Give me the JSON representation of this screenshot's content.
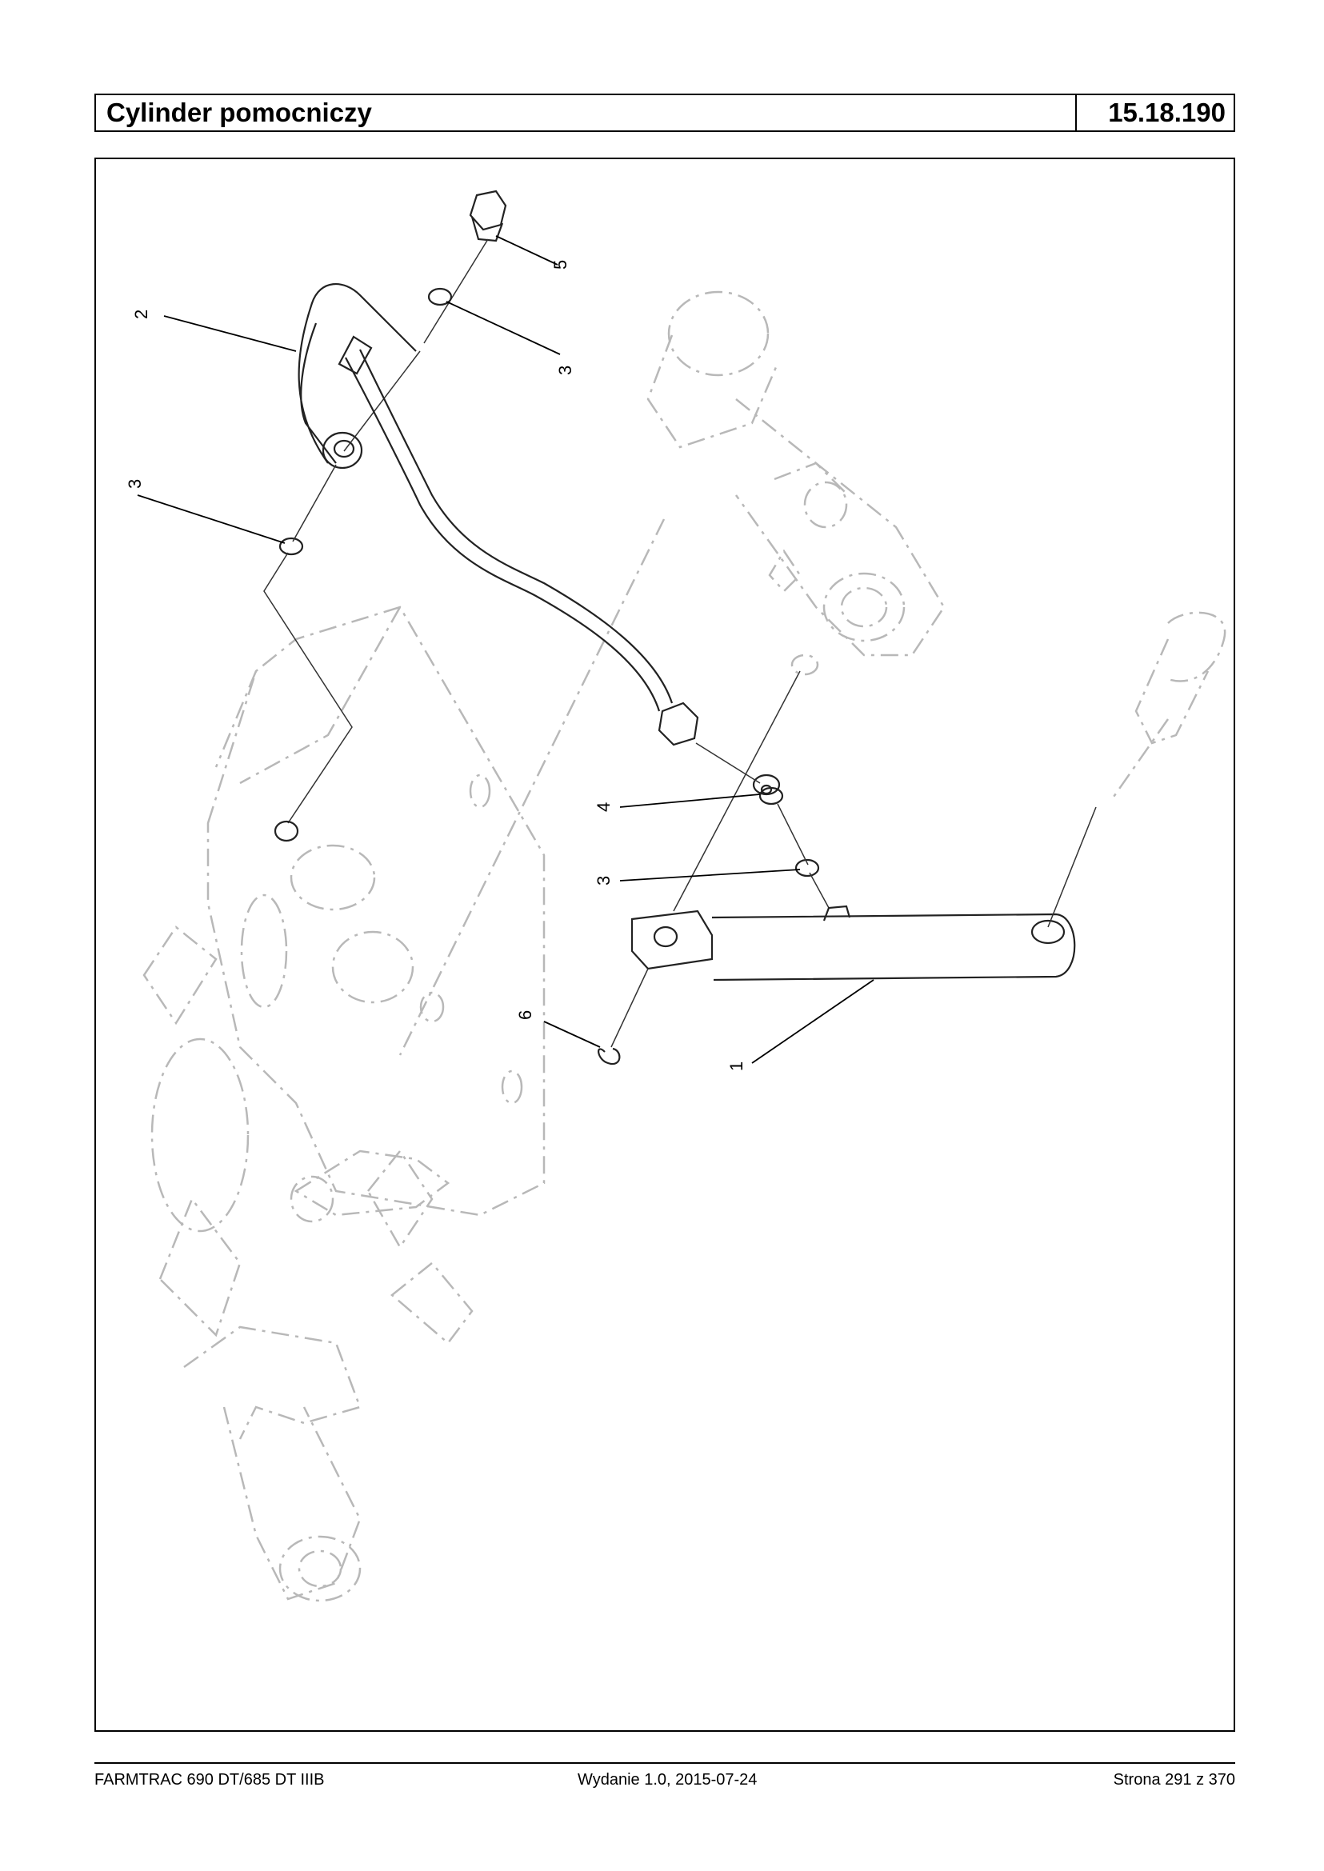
{
  "header": {
    "title": "Cylinder pomocniczy",
    "code": "15.18.190"
  },
  "callouts": {
    "c1": "1",
    "c2": "2",
    "c3a": "3",
    "c3b": "3",
    "c3c": "3",
    "c4": "4",
    "c5": "5",
    "c6": "6"
  },
  "footer": {
    "left": "FARMTRAC 690 DT/685 DT IIIB",
    "center": "Wydanie 1.0,  2015-07-24",
    "right": "Strona 291 z 370"
  }
}
